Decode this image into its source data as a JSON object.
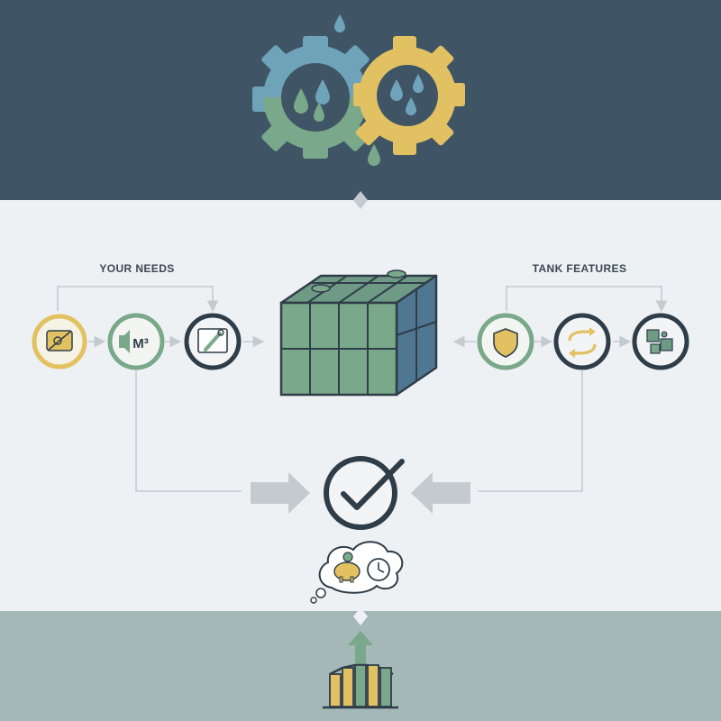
{
  "needs": {
    "title": "YOUR NEEDS",
    "volume_glyph": "M³",
    "steps": [
      {
        "icon": "measuring-tape-icon"
      },
      {
        "icon": "volume-icon"
      },
      {
        "icon": "installation-plan-icon"
      }
    ]
  },
  "features": {
    "title": "TANK FEATURES",
    "steps": [
      {
        "icon": "shield-icon"
      },
      {
        "icon": "recycle-arrows-icon"
      },
      {
        "icon": "puzzle-pieces-icon"
      }
    ]
  },
  "colors": {
    "top_band": "#3f5566",
    "middle_band": "#eef1f3",
    "bottom_band": "#a3b8b7",
    "yellow": "#e2c162",
    "green": "#7aa88a",
    "blue": "#6fa3ba",
    "dark": "#2f3d49"
  }
}
